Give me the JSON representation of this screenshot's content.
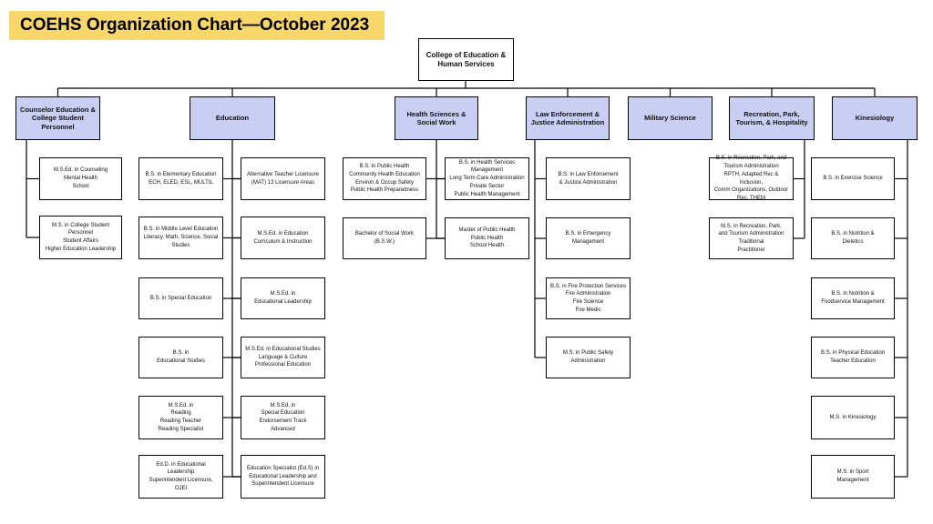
{
  "title": "COEHS Organization Chart—October 2023",
  "root": {
    "lines": [
      "College of Education &",
      "Human Services"
    ]
  },
  "departments": [
    {
      "name": [
        "Counselor Education &",
        "College Student",
        "Personnel"
      ],
      "programs": [
        [
          "M.S.Ed. in Counseling",
          "Mental Health",
          "School"
        ],
        [
          "M.S. in College Student Personnel",
          "Student Affairs",
          "Higher Education Leadership"
        ]
      ]
    },
    {
      "name": [
        "Education"
      ],
      "programs": [
        [
          "B.S. in Elementary Education",
          "ECH, ELED, ESL, MULTIL"
        ],
        [
          "B.S. in Middle Level Education",
          "Literacy, Math, Science, Social",
          "Studies"
        ],
        [
          "B.S. in Special Education"
        ],
        [
          "B.S. in",
          "Educational Studies"
        ],
        [
          "M.S.Ed. in",
          "Reading",
          "Reading Teacher",
          "Reading Specialist"
        ],
        [
          "Ed.D. in Educational Leadership",
          "Superintendent Licensure, OJEI"
        ],
        [
          "Alternative Teacher Licensure",
          "(MAT) 13 Licensure Areas"
        ],
        [
          "M.S.Ed. in Education",
          "Curriculum & Instruction"
        ],
        [
          "M.S.Ed. in",
          "Educational Leadership"
        ],
        [
          "M.S.Ed. in Educational Studies",
          "Language & Culture",
          "Professional Education"
        ],
        [
          "M.S.Ed. in",
          "Special Education",
          "Endorsement Track",
          "Advanced"
        ],
        [
          "Education Specialist (Ed.S) in",
          "Educational Leadership and",
          "Superintendent Licensure"
        ]
      ]
    },
    {
      "name": [
        "Health Sciences &",
        "Social Work"
      ],
      "programs": [
        [
          "B.S. in Public Health",
          "Community Health Education",
          "Environ & Occup Safety",
          "Public Health Preparedness"
        ],
        [
          "Bachelor of Social Work (B.S.W.)"
        ],
        [
          "B.S. in Health Services",
          "Management",
          "Long Term Care Administration",
          "Private Sector",
          "Public Health Management"
        ],
        [
          "Master of Public Health",
          "Public Health",
          "School Health"
        ]
      ]
    },
    {
      "name": [
        "Law Enforcement &",
        "Justice Administration"
      ],
      "programs": [
        [
          "B.S. in Law Enforcement",
          "& Justice Administration"
        ],
        [
          "B.S. in Emergency",
          "Management"
        ],
        [
          "B.S. in Fire Protection Services",
          "Fire Administration",
          "Fire Science",
          "Fire Medic"
        ],
        [
          "M.S. in Public Safety",
          "Administration"
        ]
      ]
    },
    {
      "name": [
        "Military Science"
      ],
      "programs": []
    },
    {
      "name": [
        "Recreation, Park,",
        "Tourism, & Hospitality"
      ],
      "programs": [
        [
          "B.S. in Recreation, Park, and",
          "Tourism Administration",
          "RPTH, Adapted Rec & Inclusion,",
          "Comm Organizations, Outdoor",
          "Rec, THEM"
        ],
        [
          "M.S. in Recreation, Park,",
          "and Tourism Administration",
          "Traditional",
          "Practitioner"
        ]
      ]
    },
    {
      "name": [
        "Kinesiology"
      ],
      "programs": [
        [
          "B.S. in Exercise Science"
        ],
        [
          "B.S. in Nutrition &",
          "Dietetics"
        ],
        [
          "B.S. in Nutrition &",
          "Foodservice Management"
        ],
        [
          "B.S. in Physical Education",
          "Teacher Education"
        ],
        [
          "M.S. in Kinesiology"
        ],
        [
          "M.S. in Sport",
          "Management"
        ]
      ]
    }
  ]
}
